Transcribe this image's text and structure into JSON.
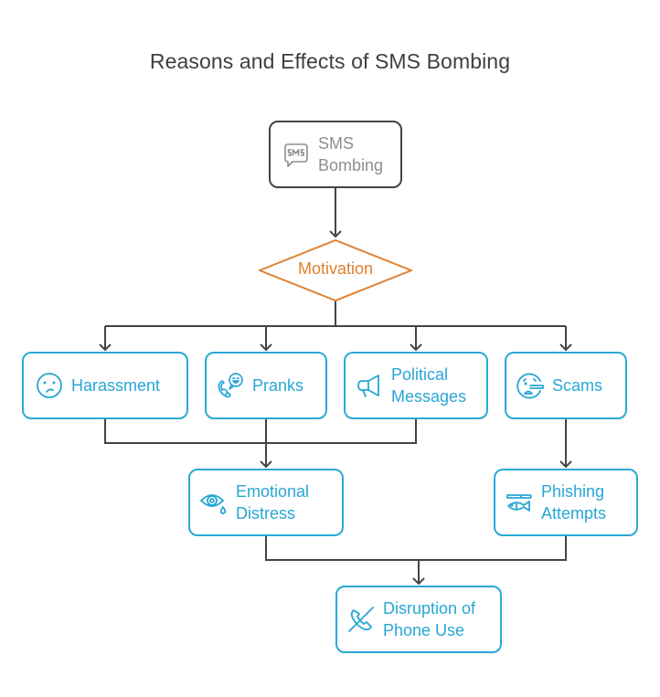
{
  "title": "Reasons and Effects of SMS Bombing",
  "colors": {
    "node_border": "#2aa9d8",
    "node_text": "#27a6d5",
    "root_border": "#444444",
    "root_text": "#8e8e8e",
    "decision": "#e07f2e",
    "connector": "#444444"
  },
  "root": {
    "label": "SMS\nBombing",
    "icon": "sms-chat-bubble-icon"
  },
  "decision": {
    "label": "Motivation"
  },
  "reasons": [
    {
      "label": "Harassment",
      "icon": "sad-face-icon"
    },
    {
      "label": "Pranks",
      "icon": "phone-laughing-face-icon"
    },
    {
      "label": "Political\nMessages",
      "icon": "megaphone-icon"
    },
    {
      "label": "Scams",
      "icon": "lying-face-icon"
    }
  ],
  "effects": [
    {
      "label": "Emotional\nDistress",
      "icon": "crying-eye-icon"
    },
    {
      "label": "Phishing\nAttempts",
      "icon": "fish-hook-icon"
    }
  ],
  "outcome": {
    "label": "Disruption of\nPhone Use",
    "icon": "phone-off-icon"
  },
  "edges": [
    {
      "from": "SMS Bombing",
      "to": "Motivation"
    },
    {
      "from": "Motivation",
      "to": "Harassment"
    },
    {
      "from": "Motivation",
      "to": "Pranks"
    },
    {
      "from": "Motivation",
      "to": "Political Messages"
    },
    {
      "from": "Motivation",
      "to": "Scams"
    },
    {
      "from": "Harassment",
      "to": "Emotional Distress"
    },
    {
      "from": "Pranks",
      "to": "Emotional Distress"
    },
    {
      "from": "Political Messages",
      "to": "Emotional Distress"
    },
    {
      "from": "Scams",
      "to": "Phishing Attempts"
    },
    {
      "from": "Emotional Distress",
      "to": "Disruption of Phone Use"
    },
    {
      "from": "Phishing Attempts",
      "to": "Disruption of Phone Use"
    }
  ]
}
